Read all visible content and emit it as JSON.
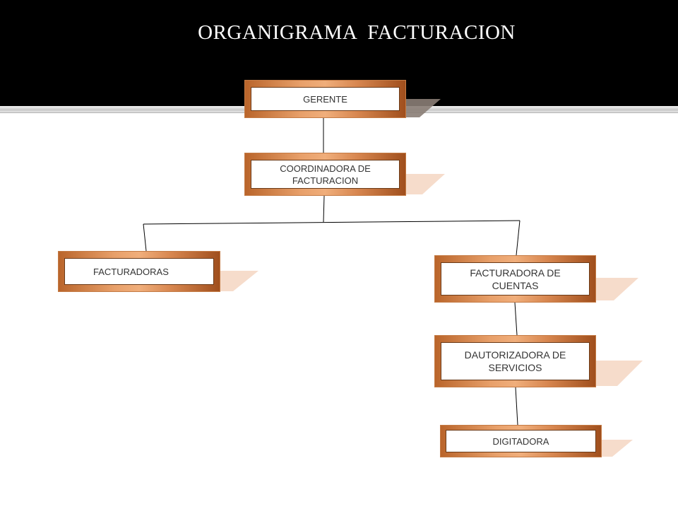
{
  "title": "ORGANIGRAMA  FACTURACION",
  "nodes": {
    "gerente": "GERENTE",
    "coordinadora": "COORDINADORA DE FACTURACION",
    "facturadoras": "FACTURADORAS",
    "facturadora_cuentas": "FACTURADORA DE CUENTAS",
    "autorizadora": "DAUTORIZADORA DE SERVICIOS",
    "digitadora": "DIGITADORA"
  },
  "colors": {
    "header": "#000000",
    "box_fill": "#e8a06a",
    "box_dark": "#9f4e1c",
    "shadow": "#f5d8c4",
    "connector": "#000000"
  }
}
